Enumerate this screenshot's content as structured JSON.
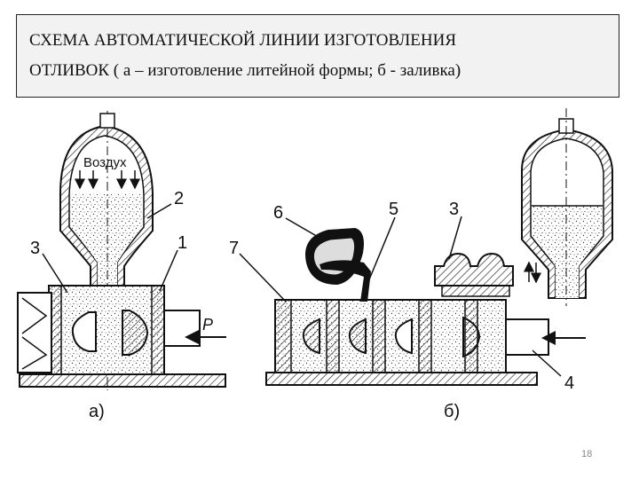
{
  "title": {
    "line1": "СХЕМА  АВТОМАТИЧЕСКОЙ ЛИНИИ ИЗГОТОВЛЕНИЯ",
    "line2": "ОТЛИВОК ( а – изготовление литейной формы; б - заливка)"
  },
  "labels": {
    "air": "Воздух",
    "p": "P",
    "n1": "1",
    "n2": "2",
    "n3a": "3",
    "n3b": "3",
    "n4": "4",
    "n5": "5",
    "n6": "6",
    "n7": "7",
    "sub_a": "а)",
    "sub_b": "б)"
  },
  "page_number": "18"
}
